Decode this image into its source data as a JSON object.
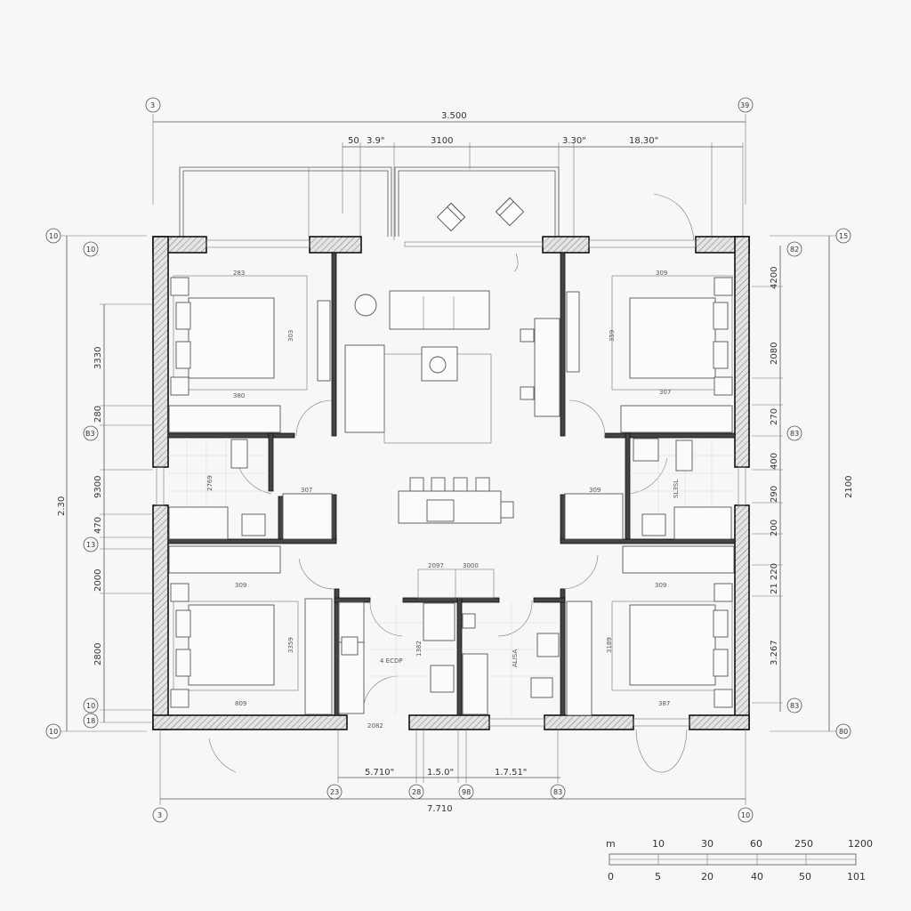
{
  "overall_top": "3.500",
  "top_dims": [
    "50",
    "3.9\"",
    "3100",
    "3.30\"",
    "18.30\""
  ],
  "left_total": "2.30",
  "left_dims": [
    "3330",
    "280",
    "9300",
    "470",
    "2000",
    "2800"
  ],
  "right_total": "2100",
  "right_dims": [
    "4200",
    "2080",
    "270",
    "400",
    "290",
    "200",
    "21 220",
    "3.267"
  ],
  "bottom_dims": [
    "5.710\"",
    "1.5.0\"",
    "1.7.51\"",
    "7.710"
  ],
  "bubbles": {
    "top_left": "3",
    "top_right": "39",
    "left": [
      "10",
      "10",
      "B3",
      "13",
      "10",
      "18",
      "10"
    ],
    "right": [
      "15",
      "82",
      "83",
      "83",
      "80"
    ],
    "bottom": [
      "23",
      "28",
      "98",
      "83",
      "3",
      "10"
    ]
  },
  "rooms": {
    "bed_nw": {
      "top": "283",
      "bottom": "380",
      "side": "303"
    },
    "bed_ne": {
      "top": "309",
      "bottom": "307",
      "side": "359"
    },
    "bed_sw": {
      "top": "309",
      "bottom": "809",
      "side": "3359"
    },
    "bed_se": {
      "top": "309",
      "bottom": "387",
      "side": "3189"
    },
    "bath_w": {
      "side": "2769",
      "closet": "307"
    },
    "bath_e": {
      "side": "SL3SL",
      "closet": "309"
    },
    "hall": {
      "left": "2097",
      "right": "3000"
    },
    "bath_s": {
      "label": "4 ECDP",
      "side": "1382",
      "side2": "ALISA"
    },
    "entry": {
      "label": "2082"
    }
  },
  "scale_bar": {
    "top": [
      "m",
      "10",
      "30",
      "60",
      "250",
      "1200"
    ],
    "bottom": [
      "0",
      "5",
      "20",
      "40",
      "50",
      "101"
    ]
  },
  "colors": {
    "paper": "#f7f7f6",
    "line": "#555555",
    "wall": "#111111"
  }
}
